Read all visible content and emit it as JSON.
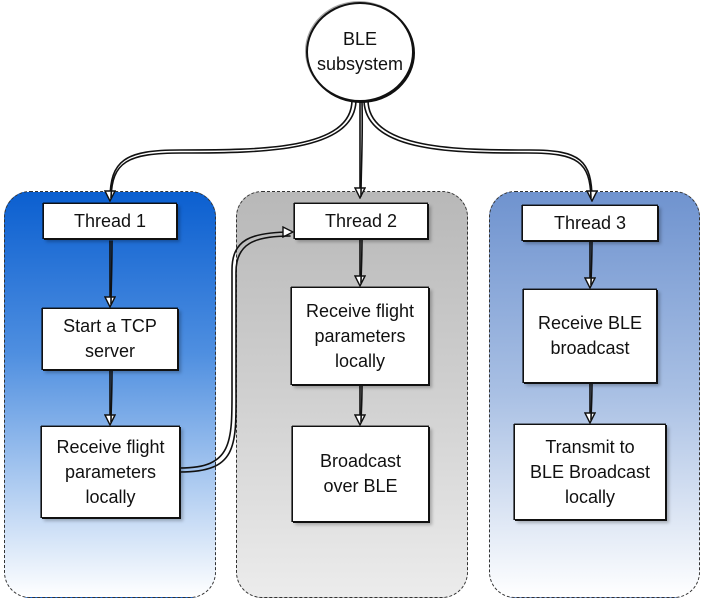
{
  "root": {
    "label": "BLE\nsubsystem"
  },
  "lanes": [
    {
      "header": "Thread 1",
      "steps": [
        "Start a TCP\nserver",
        "Receive flight\nparameters\nlocally"
      ]
    },
    {
      "header": "Thread 2",
      "steps": [
        "Receive flight\nparameters\nlocally",
        "Broadcast\nover BLE"
      ]
    },
    {
      "header": "Thread 3",
      "steps": [
        "Receive BLE\nbroadcast",
        "Transmit to\nBLE Broadcast\nlocally"
      ]
    }
  ],
  "colors": {
    "lane_1_top": "#0b5fd0",
    "lane_2_top": "#b8b8b8",
    "lane_3_top": "#6f93cf",
    "stroke": "#111111"
  }
}
